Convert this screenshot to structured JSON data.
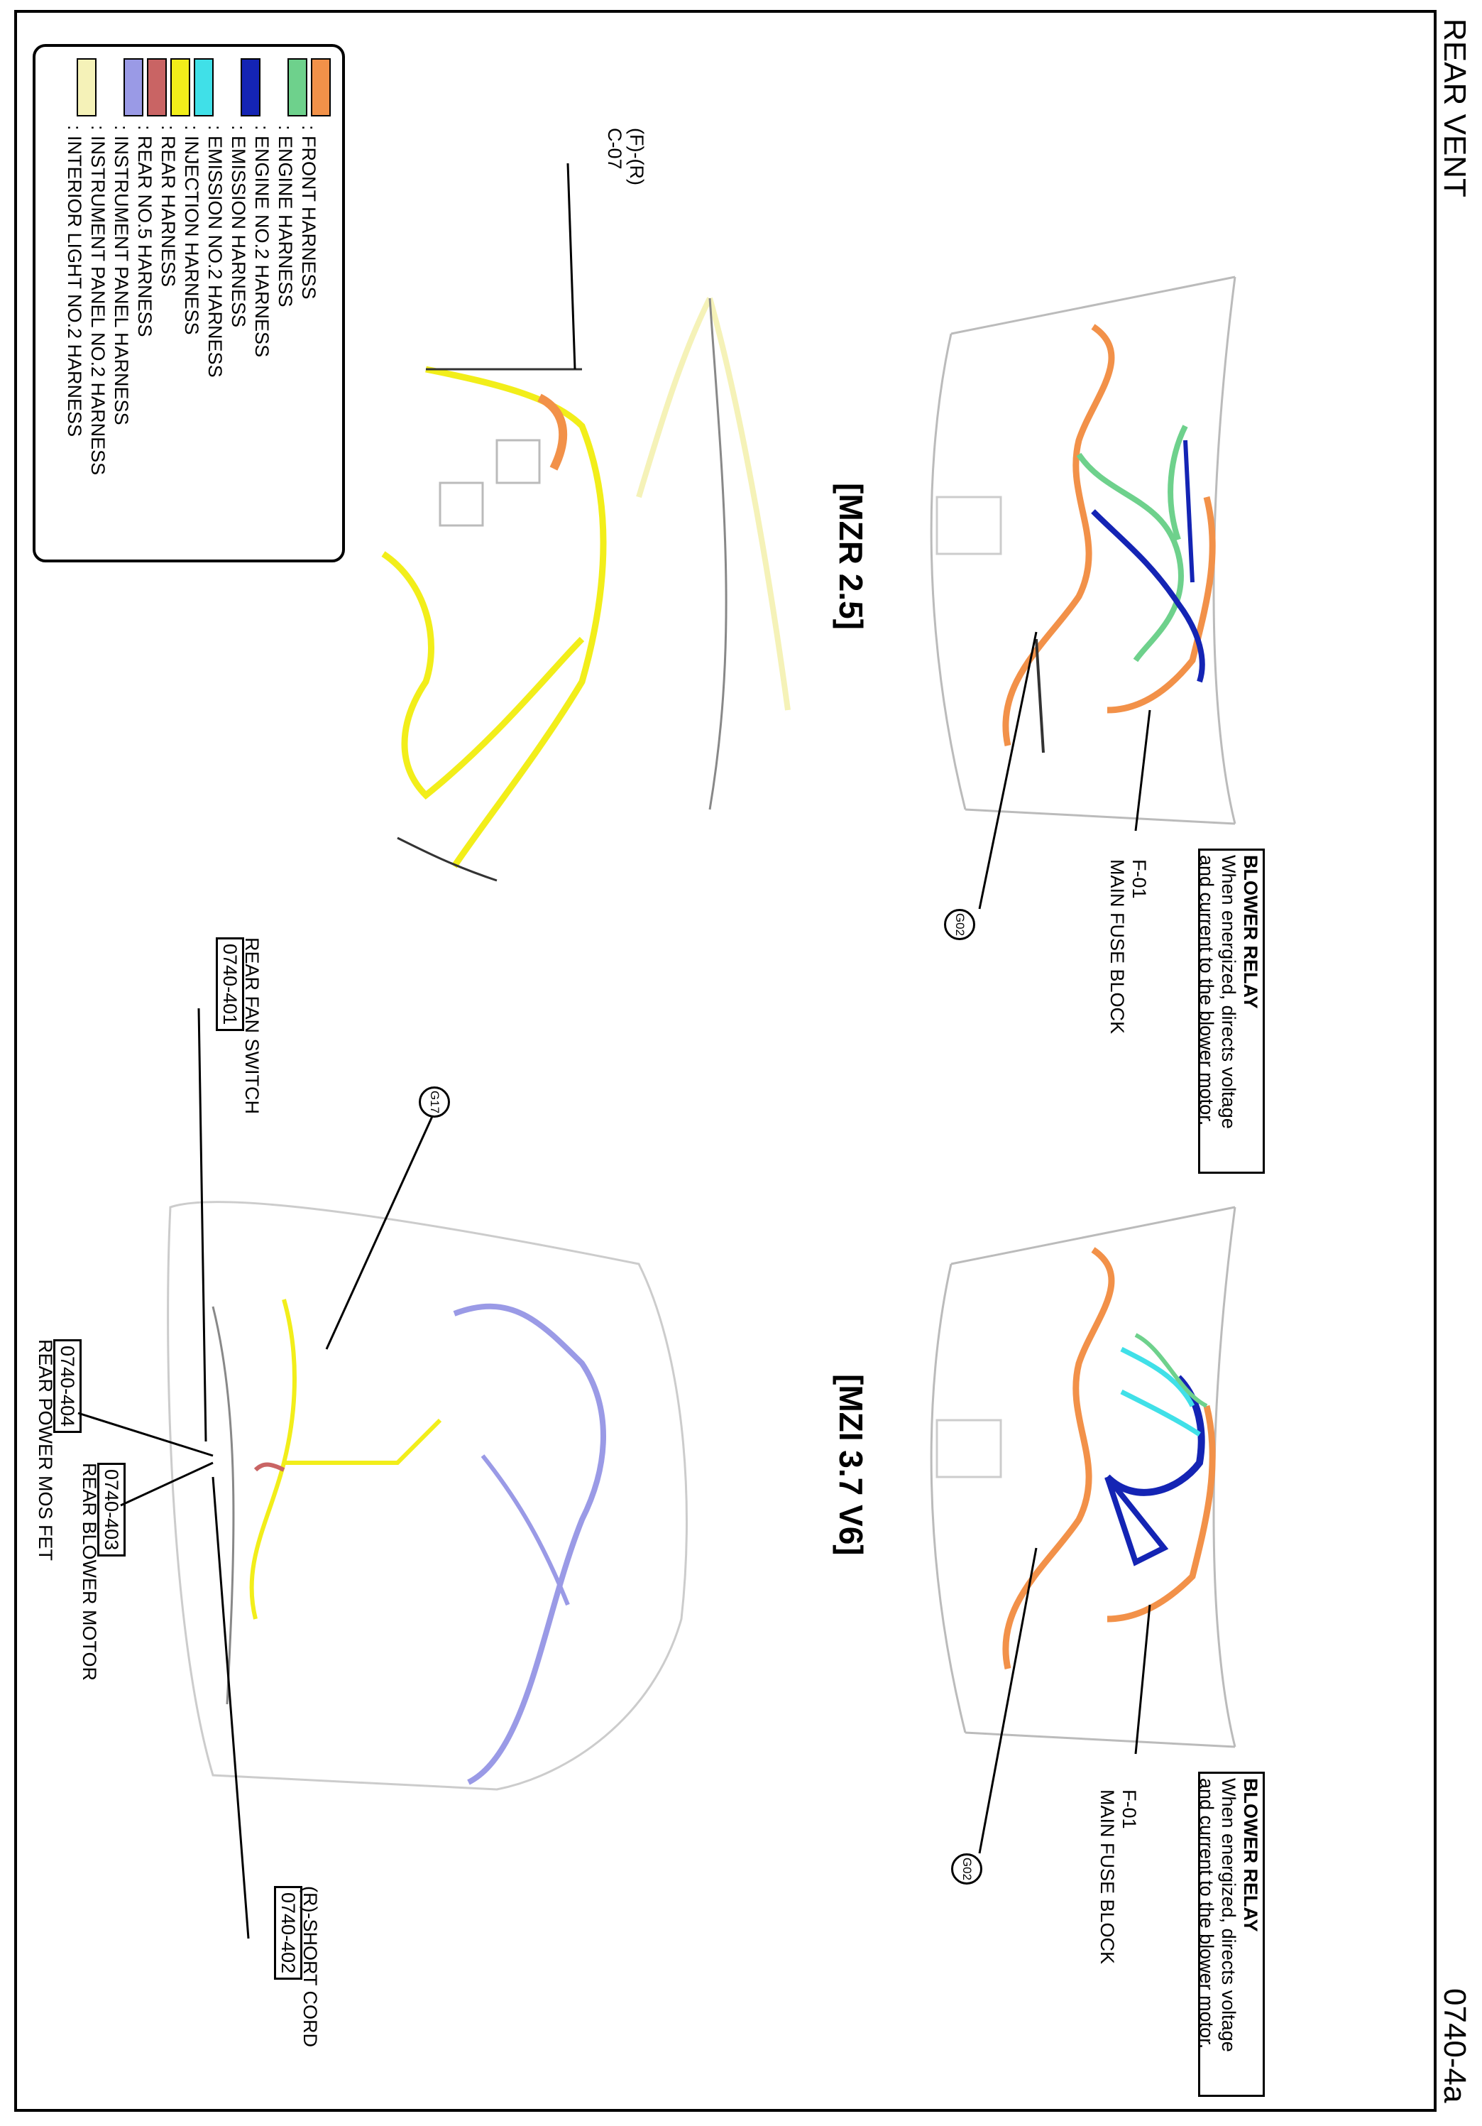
{
  "title": "REAR VENT",
  "page_number": "0740-4a",
  "legend": [
    {
      "label": ": FRONT HARNESS",
      "color": "#f29149"
    },
    {
      "label": ": ENGINE HARNESS",
      "color": "#6ed18c"
    },
    {
      "label": ": ENGINE NO.2 HARNESS",
      "color": ""
    },
    {
      "label": ": EMISSION HARNESS",
      "color": "#1424b4"
    },
    {
      "label": ": EMISSION NO.2 HARNESS",
      "color": ""
    },
    {
      "label": ": INJECTION HARNESS",
      "color": "#40e0e8"
    },
    {
      "label": ": REAR HARNESS",
      "color": "#f2ee1a"
    },
    {
      "label": ": REAR NO.5 HARNESS",
      "color": "#c96464"
    },
    {
      "label": ": INSTRUMENT PANEL HARNESS",
      "color": "#9a9ae6"
    },
    {
      "label": ": INSTRUMENT PANEL NO.2 HARNESS",
      "color": ""
    },
    {
      "label": ": INTERIOR LIGHT NO.2 HARNESS",
      "color": "#f5f2b8"
    }
  ],
  "mzr": {
    "variant": "[MZR 2.5]",
    "relay_title": "BLOWER RELAY",
    "relay_line1": "When energized, directs voltage",
    "relay_line2": "and current to the blower motor.",
    "fuse_code": "F-01",
    "fuse_name": "MAIN FUSE BLOCK",
    "ground": "G02"
  },
  "mzi": {
    "variant": "[MZI 3.7 V6]",
    "relay_title": "BLOWER RELAY",
    "relay_line1": "When energized, directs voltage",
    "relay_line2": "and current to the blower motor.",
    "fuse_code": "F-01",
    "fuse_name": "MAIN FUSE BLOCK",
    "ground": "G02"
  },
  "connector_fr": {
    "line1": "(F)-(R)",
    "line2": "C-07"
  },
  "components": {
    "rear_fan_switch": {
      "name": "REAR FAN SWITCH",
      "code": "0740-401"
    },
    "ground_g17": "G17",
    "rear_power_mosfet": {
      "name": "REAR POWER MOS FET",
      "code": "0740-404"
    },
    "rear_blower_motor": {
      "name": "REAR BLOWER MOTOR",
      "code": "0740-403"
    },
    "short_cord": {
      "name": "(R)-SHORT CORD",
      "code": "0740-402"
    }
  }
}
